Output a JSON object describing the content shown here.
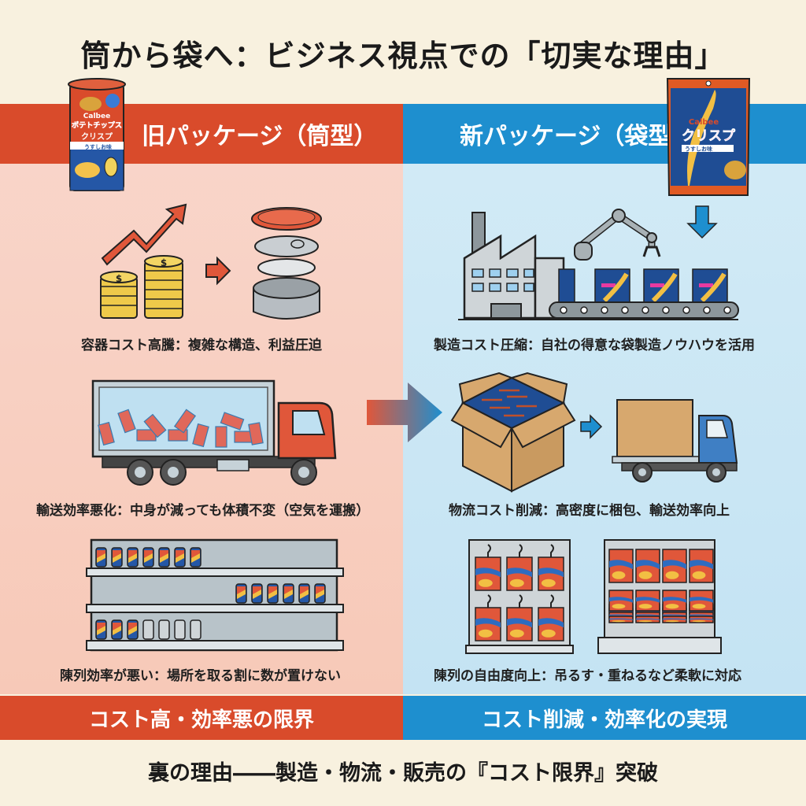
{
  "title": "筒から袋へ：ビジネス視点での「切実な理由」",
  "old_package": {
    "header": "旧パッケージ（筒型）",
    "product": {
      "brand": "Calbee",
      "name_top": "ポテトチップス",
      "name": "クリスプ",
      "flavor": "うすしお味"
    },
    "items": [
      {
        "caption": "容器コスト高騰：複雑な構造、利益圧迫",
        "icon": "rising-cost-icon"
      },
      {
        "caption": "輸送効率悪化：中身が減っても体積不変（空気を運搬）",
        "icon": "truck-icon"
      },
      {
        "caption": "陳列効率が悪い：場所を取る割に数が置けない",
        "icon": "shelf-icon"
      }
    ],
    "footer": "コスト高・効率悪の限界"
  },
  "new_package": {
    "header": "新パッケージ（袋型）",
    "product": {
      "brand": "Calbee",
      "name": "クリスプ",
      "flavor": "うすしお味"
    },
    "items": [
      {
        "caption": "製造コスト圧縮：自社の得意な袋製造ノウハウを活用",
        "icon": "factory-icon"
      },
      {
        "caption": "物流コスト削減：高密度に梱包、輸送効率向上",
        "icon": "box-truck-icon"
      },
      {
        "caption": "陳列の自由度向上：吊るす・重ねるなど柔軟に対応",
        "icon": "display-rack-icon"
      }
    ],
    "footer": "コスト削減・効率化の実現"
  },
  "conclusion": "裏の理由――製造・物流・販売の『コスト限界』突破",
  "colors": {
    "old_accent": "#d94b2b",
    "new_accent": "#1e8fcf",
    "background": "#f8f1df"
  }
}
